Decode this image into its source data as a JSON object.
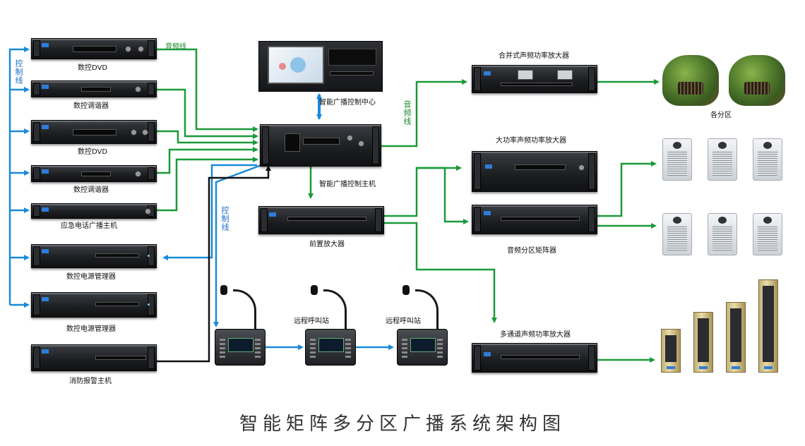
{
  "title": "智能矩阵多分区广播系统架构图",
  "labels": {
    "dvd1": "数控DVD",
    "tuner1": "数控调谐器",
    "dvd2": "数控DVD",
    "tuner2": "数控调谐器",
    "emergency": "应急电话广播主机",
    "power1": "数控电源管理器",
    "power2": "数控电源管理器",
    "fire": "消防报警主机",
    "center": "智能广播控制中心",
    "host": "智能广播控制主机",
    "preamp": "前置放大器",
    "combo_amp": "合并式声频功率放大器",
    "high_amp": "大功率声频功率放大器",
    "matrix": "音频分区矩阵器",
    "multi_amp": "多通道声频功率放大器",
    "zones": "各分区",
    "remote1": "远程呼叫站",
    "remote2": "远程呼叫站"
  },
  "line_labels": {
    "audio_top": "音频线",
    "control_left": "控制线",
    "audio_mid": "音频线",
    "control_bottom": "控制线"
  },
  "colors": {
    "audio_line": "#1a9a3a",
    "control_line": "#1a8ad8",
    "fire_line": "#111111",
    "title": "#333333"
  }
}
